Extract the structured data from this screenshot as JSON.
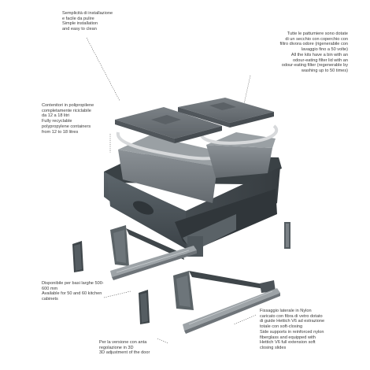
{
  "annotations": {
    "install": {
      "lines": [
        "Semplicità di installazione",
        "e facile da pulire",
        "Simple installation",
        "and easy to clean"
      ]
    },
    "lids": {
      "lines": [
        "Tutte le pattumiere sono dotate",
        "di un secchio con coperchio con",
        "filtro divora odore (rigenerabile con",
        "lavaggio fino a 50 volte)",
        "All the kits have a bin with an",
        "odour-eating filter lid with an",
        "odour-eating filter (regenerable by",
        "washing up to 50 times)"
      ]
    },
    "containers": {
      "lines": [
        "Contenitori in polipropilene",
        "completamente riciclabile",
        "da 12 a 18 litri",
        "Fully recyclable",
        "polypropylene containers",
        "from 12 to 18 litres"
      ]
    },
    "bases": {
      "lines": [
        "Disponibile per basi larghe 500-",
        "600 mm",
        "Available for 50 and 60 kitchen",
        "cabinets"
      ]
    },
    "supports": {
      "lines": [
        "Fissaggio laterale in Nylon",
        "caricato con fibra di vetro dotato",
        "di guide Hettich V6 ad estrazione",
        "totale con soft-closing",
        "Side supports in reinforced nylon",
        "fiberglass and equipped with",
        "Hettich V6 full extension soft",
        "closing slides"
      ]
    },
    "door": {
      "lines": [
        "Per la versione con anta",
        "regolazione in 3D",
        "3D adjustment of the door"
      ]
    }
  },
  "colors": {
    "frame": "#4a5258",
    "bin": "#7c8287",
    "lid": "#6e7479",
    "ring": "#d7d9db",
    "leader": "#555555"
  }
}
